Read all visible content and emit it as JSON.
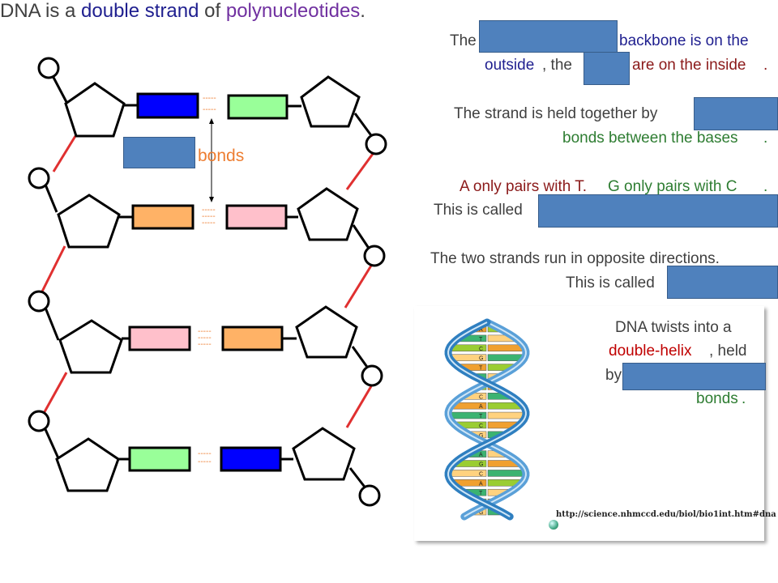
{
  "title": {
    "part1": "DNA is a ",
    "part2": "double strand",
    "part3": " of ",
    "part4": "polynucleotides",
    "part5": "."
  },
  "diagram": {
    "bonds_label": "bonds",
    "bond_dashes": "-----"
  },
  "statements": {
    "backbone": {
      "the": "The",
      "after": "backbone is on the",
      "outside": "outside",
      "the2": ", the",
      "inside": "are on the inside",
      "period": "."
    },
    "held": {
      "line1": "The strand is held together by",
      "line2": "bonds between the bases",
      "period": "."
    },
    "pairs": {
      "red": "A only pairs with T.",
      "green": " G only pairs with C",
      "period": ".",
      "called": "This is called"
    },
    "antiparallel": {
      "line1": "The two strands run in opposite directions.",
      "called": "This is called"
    },
    "helix": {
      "line1": "DNA twists into a",
      "red": "double-helix",
      "rest": ", held",
      "by": "by",
      "bonds": "bonds",
      "period": "."
    }
  },
  "helix_image": {
    "url": "http://science.nhmccd.edu/biol/bio1int.htm#dna",
    "base_letters": [
      "A",
      "T",
      "C",
      "G",
      "T",
      "A",
      "G",
      "C",
      "A",
      "T",
      "C",
      "G",
      "T",
      "A",
      "G",
      "C",
      "A",
      "T",
      "C",
      "G"
    ]
  },
  "colors": {
    "title": "#404040",
    "navy": "#1f1f8f",
    "purple": "#7030a0",
    "darkred": "#8b1a1a",
    "green": "#2e7d32",
    "red": "#c00000",
    "orange": "#ed7d31",
    "blank": "#4f81bd",
    "backbone_red": "#e03030",
    "base_blue": "#0000ff",
    "base_green": "#99ff99",
    "base_orange": "#ffb266",
    "base_pink": "#ffc0cb"
  }
}
